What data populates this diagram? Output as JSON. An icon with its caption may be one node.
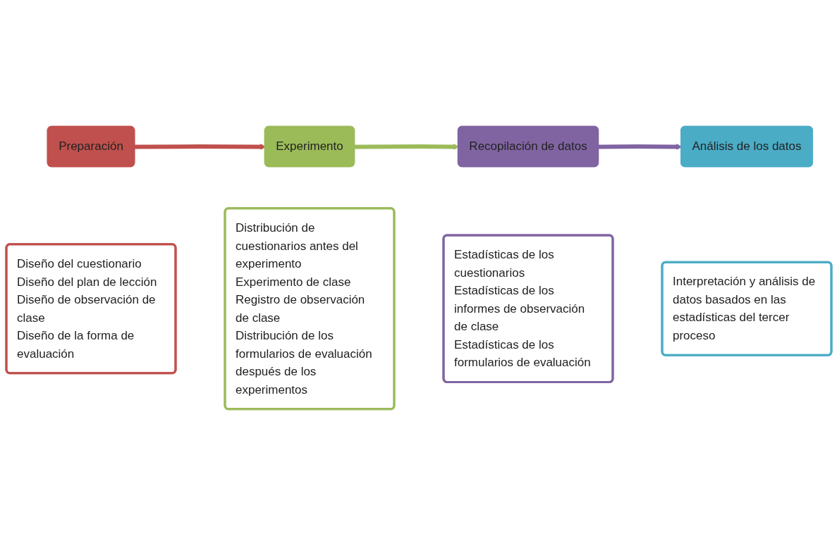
{
  "diagram": {
    "nodes": [
      {
        "text": [
          "Preparación"
        ]
      },
      {
        "text": [
          "Experimento"
        ]
      },
      {
        "text": [
          "Recopilación de datos"
        ]
      },
      {
        "text": [
          "Análisis de los datos"
        ]
      },
      {
        "text": [
          "Diseño del cuestionario",
          "Diseño del plan de lección",
          "Diseño de observación de clase",
          "Diseño de la forma de evaluación"
        ]
      },
      {
        "text": [
          "Distribución de cuestionarios antes del experimento",
          "Experimento de clase",
          "Registro de observación de clase",
          "Distribución de los formularios de evaluación después de los experimentos"
        ]
      },
      {
        "text": [
          "Estadísticas de los cuestionarios",
          "Estadísticas de los informes de observación de clase",
          "Estadísticas de los formularios de evaluación"
        ]
      },
      {
        "text": [
          "Interpretación y análisis de datos basados en las estadísticas del tercer proceso"
        ]
      }
    ],
    "edges": [
      {
        "from": 0,
        "to": 1,
        "arrow": "to",
        "color": "#c0504d"
      },
      {
        "from": 1,
        "to": 2,
        "arrow": "to",
        "color": "#9bbb59"
      },
      {
        "from": 2,
        "to": 3,
        "arrow": "to",
        "color": "#8064a2"
      }
    ]
  }
}
